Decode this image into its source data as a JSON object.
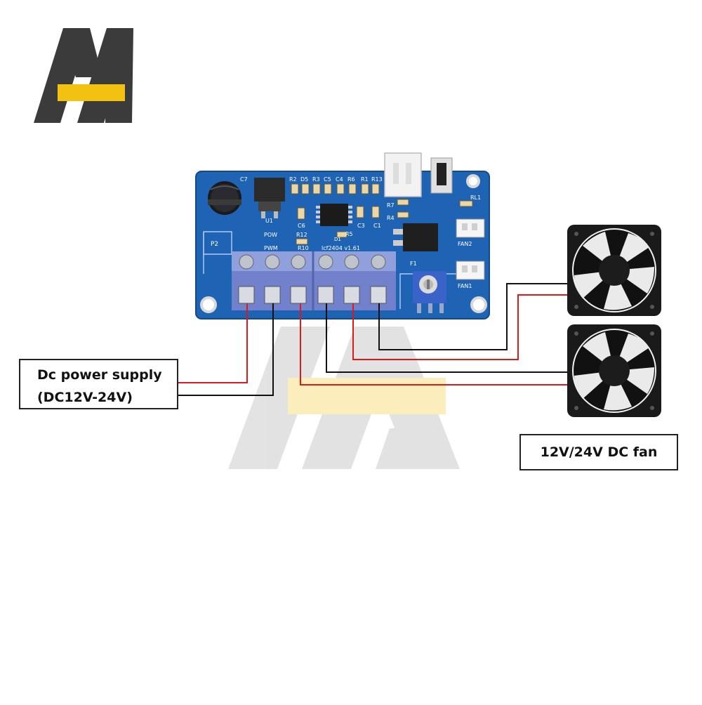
{
  "logo": {
    "text": "A"
  },
  "watermark": {
    "text": "A"
  },
  "board": {
    "labels": {
      "c7": "C7",
      "u1": "U1",
      "r2": "R2",
      "d5": "D5",
      "r3": "R3",
      "c5": "C5",
      "c4": "C4",
      "r6": "R6",
      "r1": "R1",
      "r13": "R13",
      "rl1": "RL1",
      "r7": "R7",
      "r4": "R4",
      "c6": "C6",
      "c3": "C3",
      "c1": "C1",
      "r5": "R5",
      "d1": "D1",
      "pow": "POW",
      "pwm": "PWM",
      "r12": "R12",
      "r10": "R10",
      "p2": "P2",
      "fan2": "FAN2",
      "fan1": "FAN1",
      "f1": "F1",
      "version": "lcf2404 v1.61"
    }
  },
  "callouts": {
    "power_supply": {
      "line1": "Dc power supply",
      "line2": "(DC12V-24V)"
    },
    "fan": {
      "label": "12V/24V DC fan"
    }
  },
  "colors": {
    "pcb": "#1f63b5",
    "terminal": "#7c8fd4",
    "wire_red": "#e01818",
    "wire_black": "#111111",
    "logo_gray": "#3b3b3b",
    "logo_yellow": "#f3c112",
    "fan_body": "#1a1a1a"
  }
}
